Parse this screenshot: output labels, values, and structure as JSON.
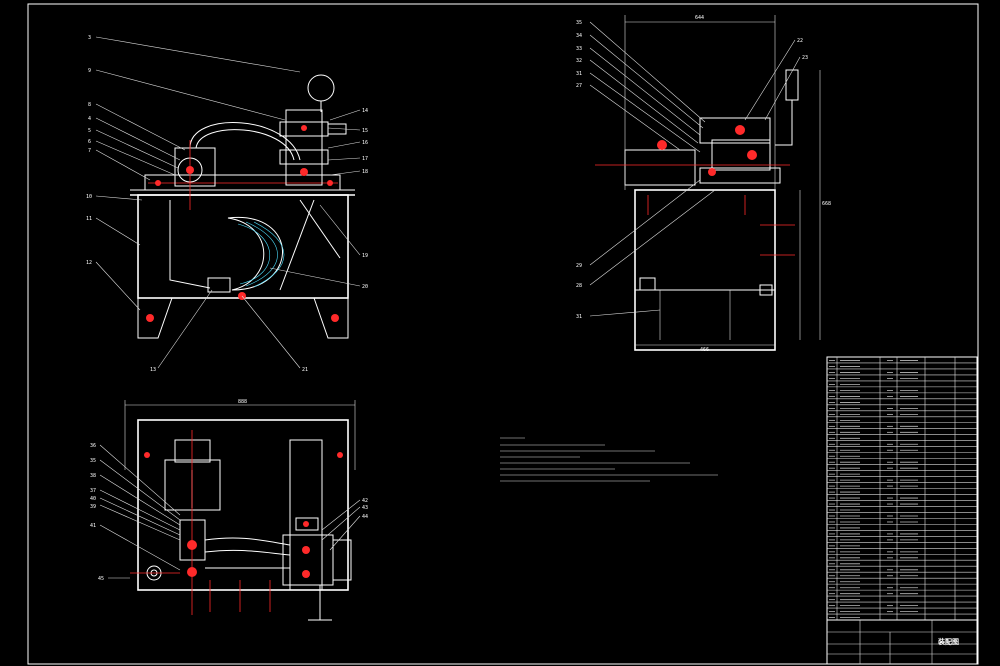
{
  "title_block": {
    "drawing_name": "装配图"
  },
  "views": {
    "front": {
      "name": "front-view"
    },
    "side": {
      "name": "side-view"
    },
    "top": {
      "name": "top-view"
    }
  },
  "balloons": {
    "front_left": [
      "3",
      "9",
      "8",
      "4",
      "5",
      "6",
      "7",
      "10",
      "11",
      "12"
    ],
    "front_right": [
      "14",
      "15",
      "16",
      "17",
      "18",
      "19",
      "20"
    ],
    "front_bottom": [
      "13",
      "21"
    ],
    "side_left": [
      "35",
      "34",
      "33",
      "32",
      "31",
      "27"
    ],
    "side_top": [
      "22",
      "23"
    ],
    "side_bottom": [
      "29",
      "28",
      "31"
    ],
    "top_left": [
      "36",
      "35",
      "38",
      "37",
      "40",
      "39",
      "41"
    ],
    "top_right": [
      "42",
      "43",
      "44"
    ],
    "top_bottom": [
      "45"
    ]
  },
  "dimensions": {
    "top_width": "888",
    "side_height": "668",
    "side_width": "644",
    "side_bottom": "466"
  },
  "colors": {
    "background": "#000000",
    "line": "#ffffff",
    "centerline": "#ff2a2a",
    "hatch": "#4de0ff"
  }
}
